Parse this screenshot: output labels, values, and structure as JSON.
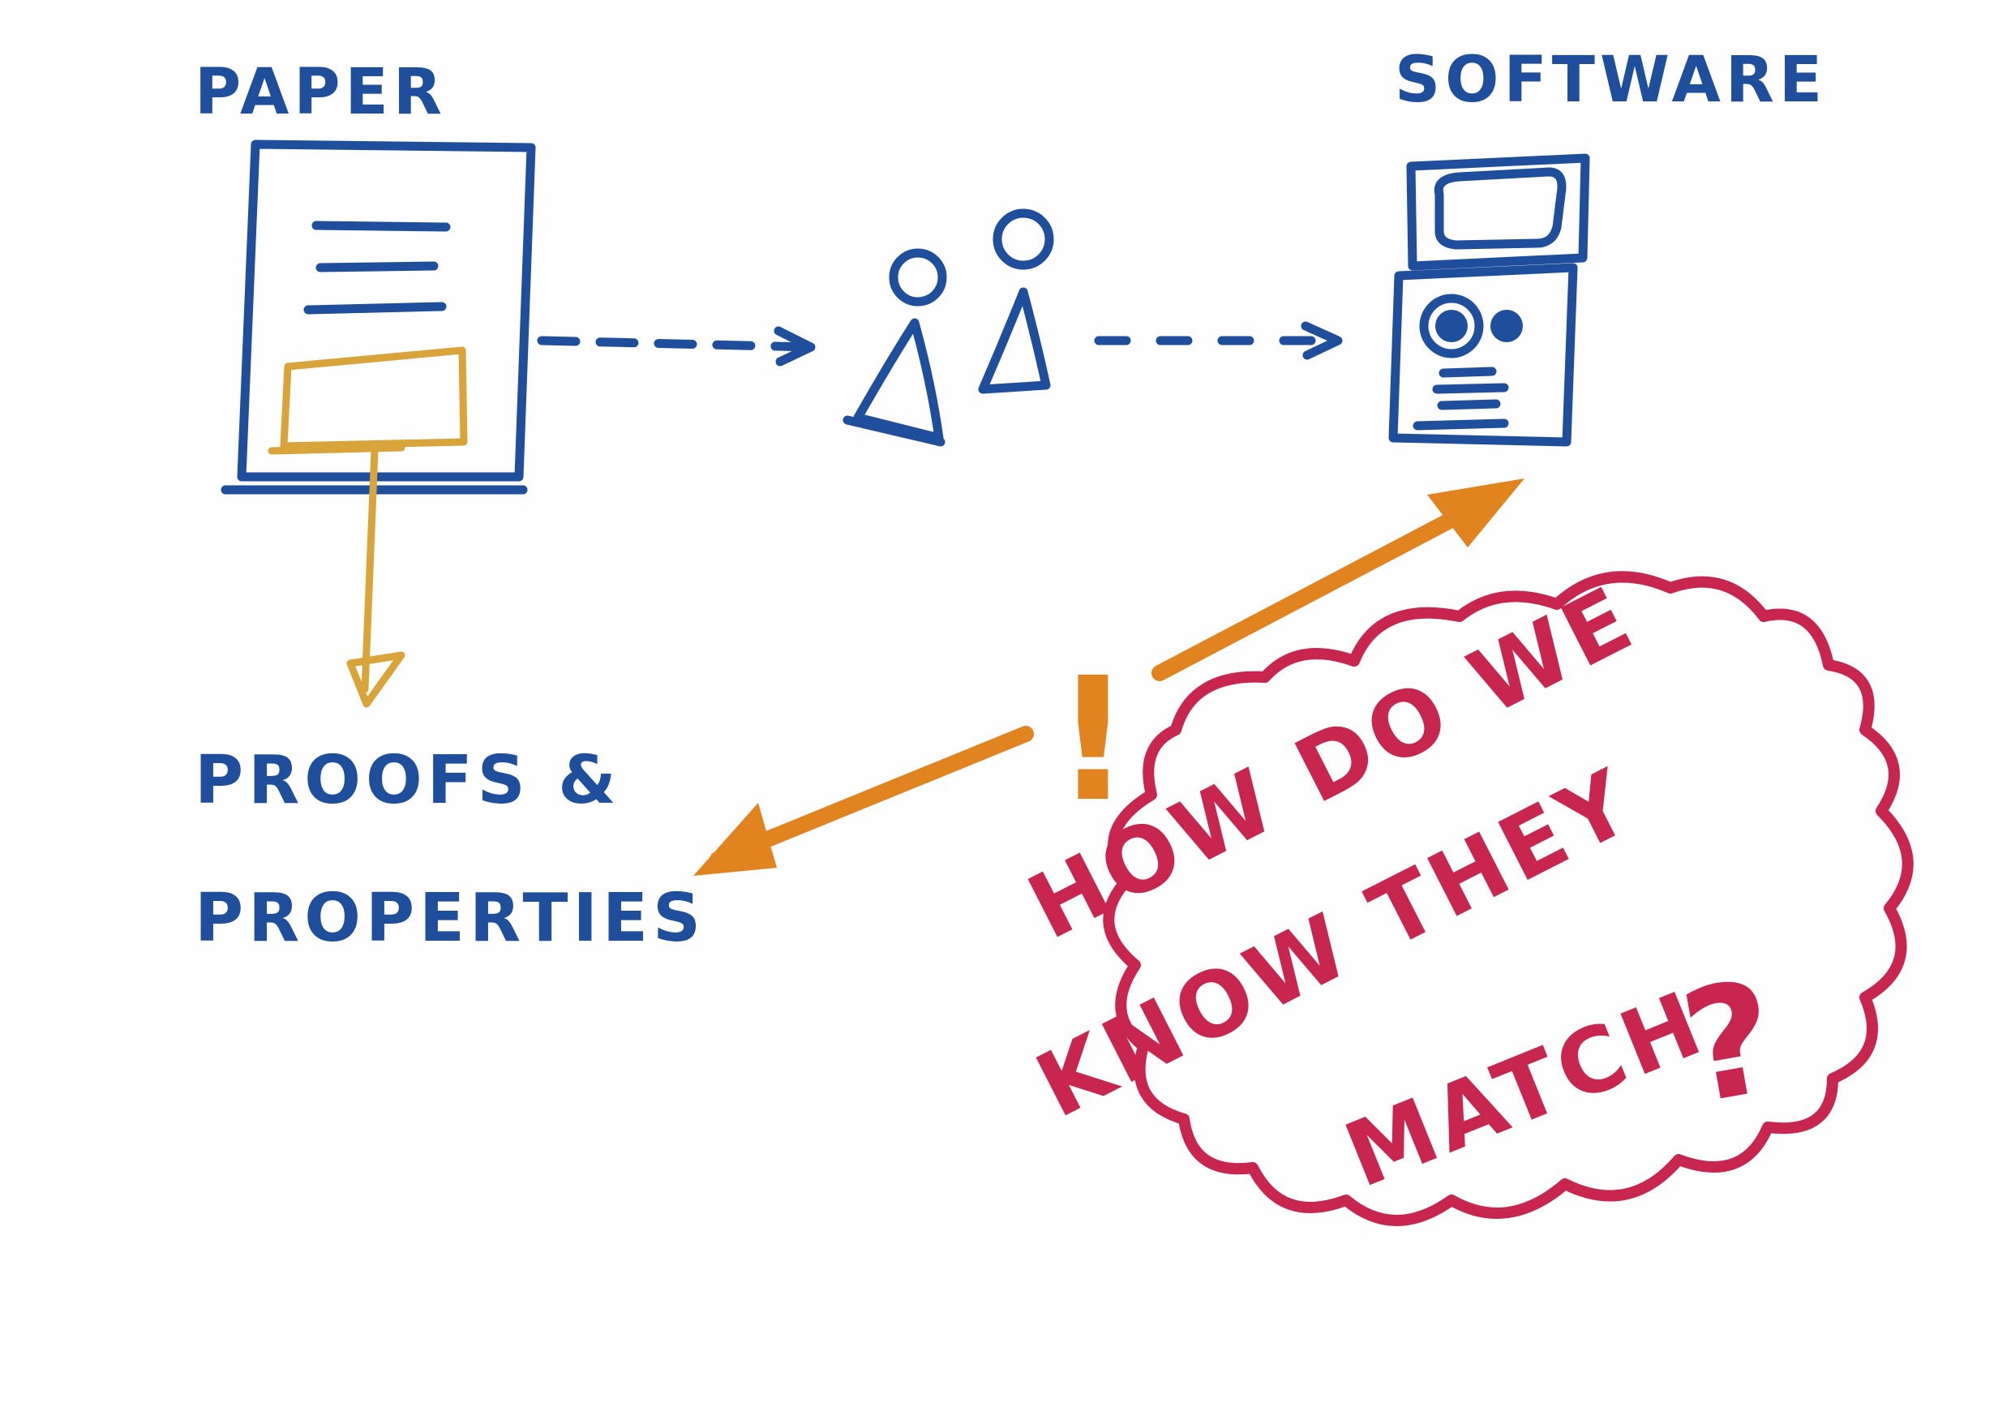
{
  "labels": {
    "paper": "PAPER",
    "software": "SOFTWARE",
    "proofs_line1": "PROOFS &",
    "proofs_line2": "PROPERTIES",
    "exclaim": "!",
    "question_line1": "HOW DO WE",
    "question_line2": "KNOW THEY",
    "question_line3": "MATCH",
    "question_mark": "?"
  },
  "colors": {
    "blue": "#1f4f9c",
    "gold": "#d9a53a",
    "orange": "#e1841f",
    "pink": "#c8264f"
  }
}
